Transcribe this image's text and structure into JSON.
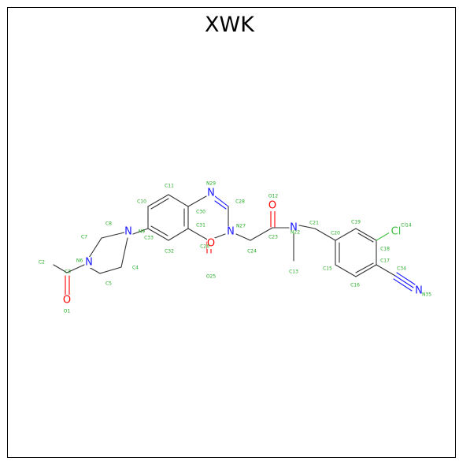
{
  "title": "XWK",
  "colors": {
    "carbon": "#333333",
    "nitrogen": "#1a1aff",
    "oxygen": "#ff0000",
    "chlorine": "#40c040",
    "id_label": "#22aa22"
  },
  "atom_symbols": [
    {
      "key": "N9",
      "symbol": "N",
      "element": "N"
    },
    {
      "key": "N6",
      "symbol": "N",
      "element": "N"
    },
    {
      "key": "O1",
      "symbol": "O",
      "element": "O"
    },
    {
      "key": "N29",
      "symbol": "N",
      "element": "N"
    },
    {
      "key": "N27",
      "symbol": "N",
      "element": "N"
    },
    {
      "key": "O25",
      "symbol": "O",
      "element": "O"
    },
    {
      "key": "O12",
      "symbol": "O",
      "element": "O"
    },
    {
      "key": "N22",
      "symbol": "N",
      "element": "N"
    },
    {
      "key": "Cl14",
      "symbol": "Cl",
      "element": "Cl"
    },
    {
      "key": "N35",
      "symbol": "N",
      "element": "N"
    }
  ],
  "atom_ids": [
    "C2",
    "C3",
    "O1",
    "N6",
    "C7",
    "C8",
    "N9",
    "C4",
    "C5",
    "C10",
    "C11",
    "N29",
    "C28",
    "N27",
    "C30",
    "C31",
    "C33",
    "C32",
    "C26",
    "O25",
    "C24",
    "C23",
    "O12",
    "N22",
    "C13",
    "C21",
    "C20",
    "C19",
    "C18",
    "Cl14",
    "C17",
    "C34",
    "N35",
    "C16",
    "C15"
  ]
}
